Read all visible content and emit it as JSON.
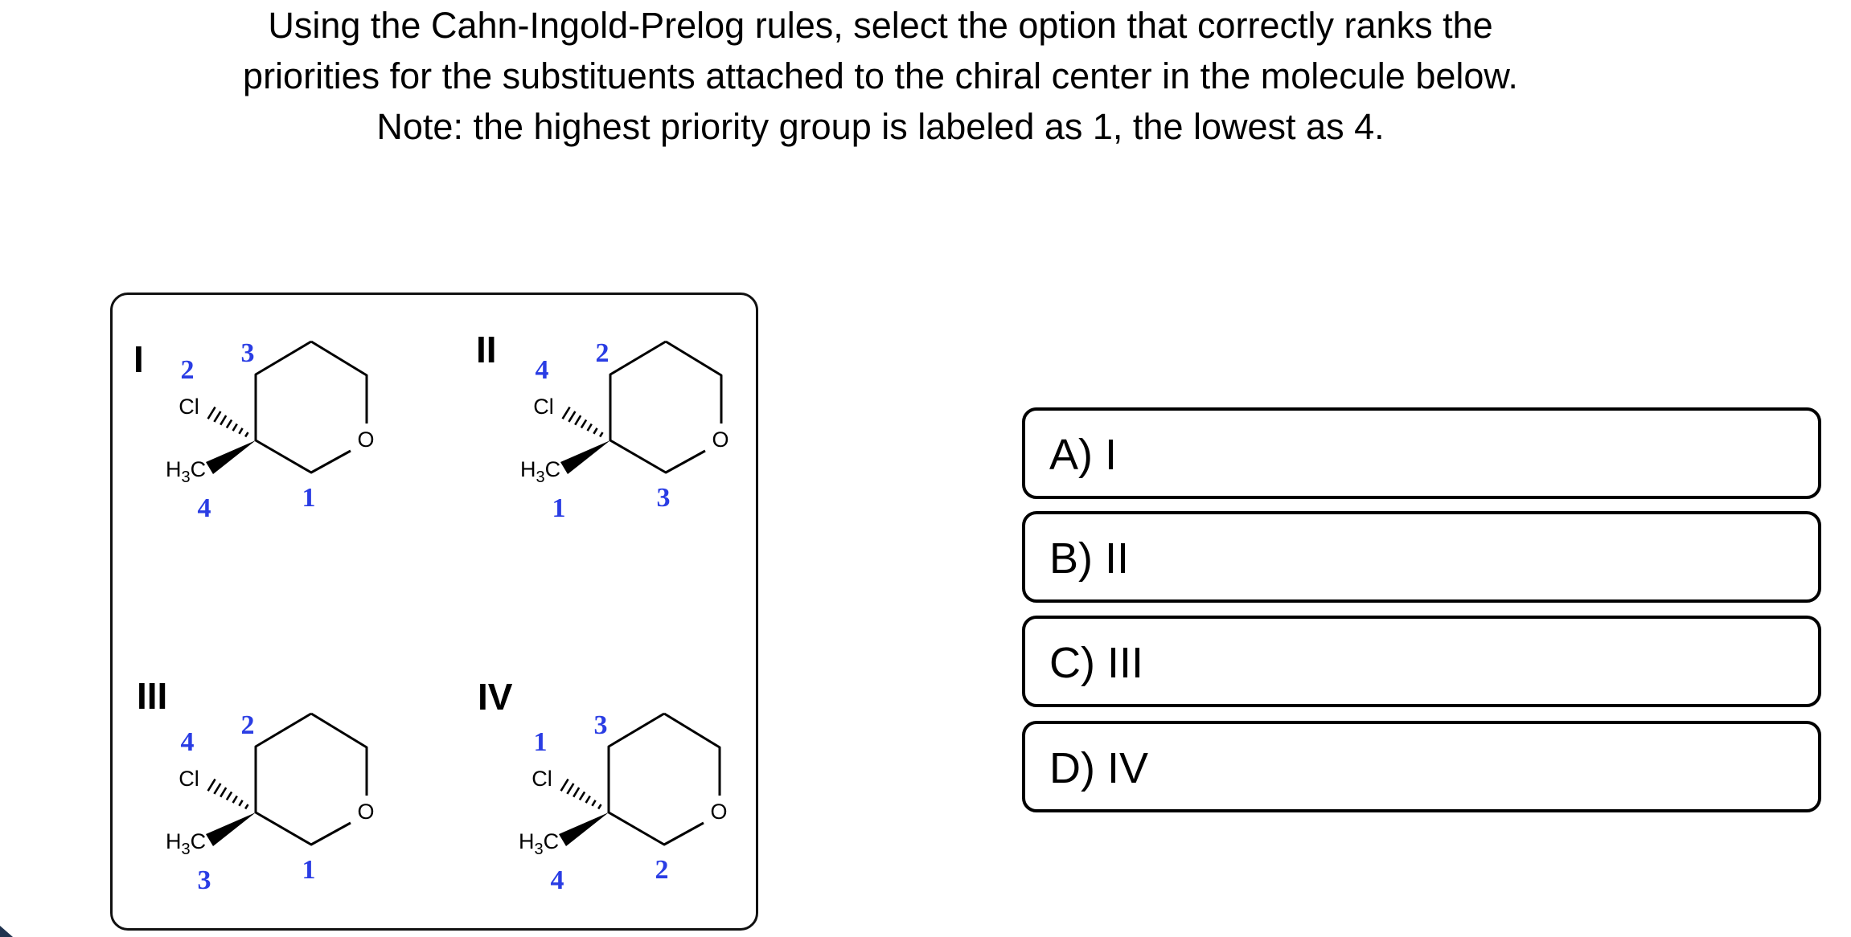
{
  "title": {
    "line1": "Using the Cahn-Ingold-Prelog rules, select the option that correctly ranks the",
    "line2": "priorities for the substituents attached to the chiral center in the molecule below.",
    "line3": "Note: the highest priority group is labeled as 1, the lowest as 4."
  },
  "colors": {
    "priority_blue": "#2a3de4",
    "structure_black": "#000000"
  },
  "molecules": [
    {
      "numeral": "I",
      "atoms": {
        "cl": "Cl",
        "o": "O",
        "methyl_h": "H",
        "methyl_sub": "3",
        "methyl_c": "C"
      },
      "priorities": {
        "ring_top": "3",
        "chloro": "2",
        "methyl": "4",
        "ring_bottom": "1"
      }
    },
    {
      "numeral": "II",
      "atoms": {
        "cl": "Cl",
        "o": "O",
        "methyl_h": "H",
        "methyl_sub": "3",
        "methyl_c": "C"
      },
      "priorities": {
        "ring_top": "2",
        "chloro": "4",
        "methyl": "1",
        "ring_bottom": "3"
      }
    },
    {
      "numeral": "III",
      "atoms": {
        "cl": "Cl",
        "o": "O",
        "methyl_h": "H",
        "methyl_sub": "3",
        "methyl_c": "C"
      },
      "priorities": {
        "ring_top": "2",
        "chloro": "4",
        "methyl": "3",
        "ring_bottom": "1"
      }
    },
    {
      "numeral": "IV",
      "atoms": {
        "cl": "Cl",
        "o": "O",
        "methyl_h": "H",
        "methyl_sub": "3",
        "methyl_c": "C"
      },
      "priorities": {
        "ring_top": "3",
        "chloro": "1",
        "methyl": "4",
        "ring_bottom": "2"
      }
    }
  ],
  "options": [
    {
      "label": "A) I"
    },
    {
      "label": "B) II"
    },
    {
      "label": "C) III"
    },
    {
      "label": "D) IV"
    }
  ]
}
